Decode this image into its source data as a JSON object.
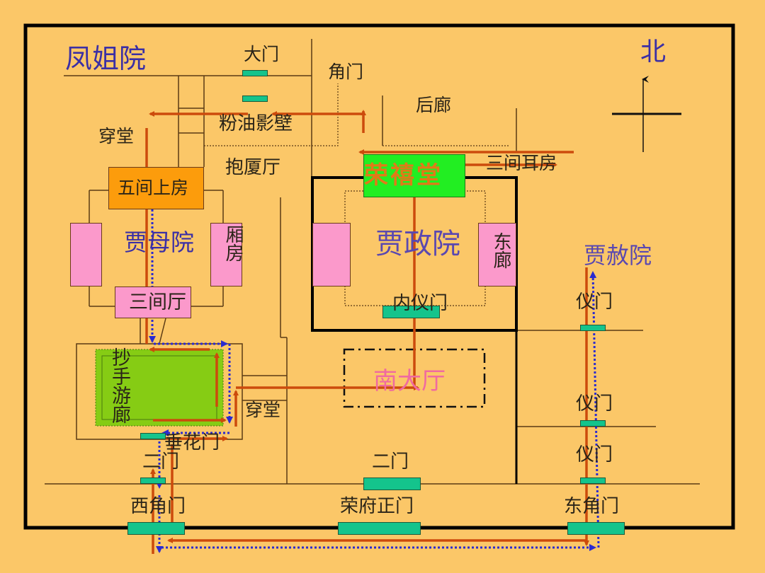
{
  "title": "荣国府平面图",
  "compass": {
    "label": "北"
  },
  "colors": {
    "background": "#fbc768",
    "route_red": "#cc4b0c",
    "route_blue": "#2a2ad0",
    "pink_room": "#fb99cb",
    "gate": "#14c48c",
    "main_hall": "#22ee22",
    "garden": "#86cc14",
    "upper_room": "#fc9c0c",
    "courtyard_label": "#3b2fa5",
    "south_hall_label": "#f06aa0"
  },
  "courtyards": {
    "fengjie": "凤姐院",
    "jiamu": "贾母院",
    "jiazheng": "贾政院",
    "jiashe": "贾赦院"
  },
  "buildings": {
    "damen": "大门",
    "jiaomen": "角门",
    "houlang": "后廊",
    "fenyou_yingbi": "粉油影壁",
    "chuantang_north": "穿堂",
    "baosha_ting": "抱厦厅",
    "rongxi_tang": "荣禧堂",
    "sanjian_erfang": "三间耳房",
    "wujian_shangfang": "五间上房",
    "xiangfang": "厢房",
    "donglang": "东廊",
    "sanjian_ting": "三间厅",
    "nei_yimen": "内仪门",
    "yimen_1": "仪门",
    "yimen_2": "仪门",
    "yimen_3": "仪门",
    "chaoshou_youlang": "抄手游廊",
    "nan_dating": "南大厅",
    "chuantang_south": "穿堂",
    "chuihua_men": "垂花门",
    "ermen_west": "二门",
    "ermen_center": "二门",
    "xi_jiaomen": "西角门",
    "rongfu_zhengmen": "荣府正门",
    "dong_jiaomen": "东角门"
  }
}
